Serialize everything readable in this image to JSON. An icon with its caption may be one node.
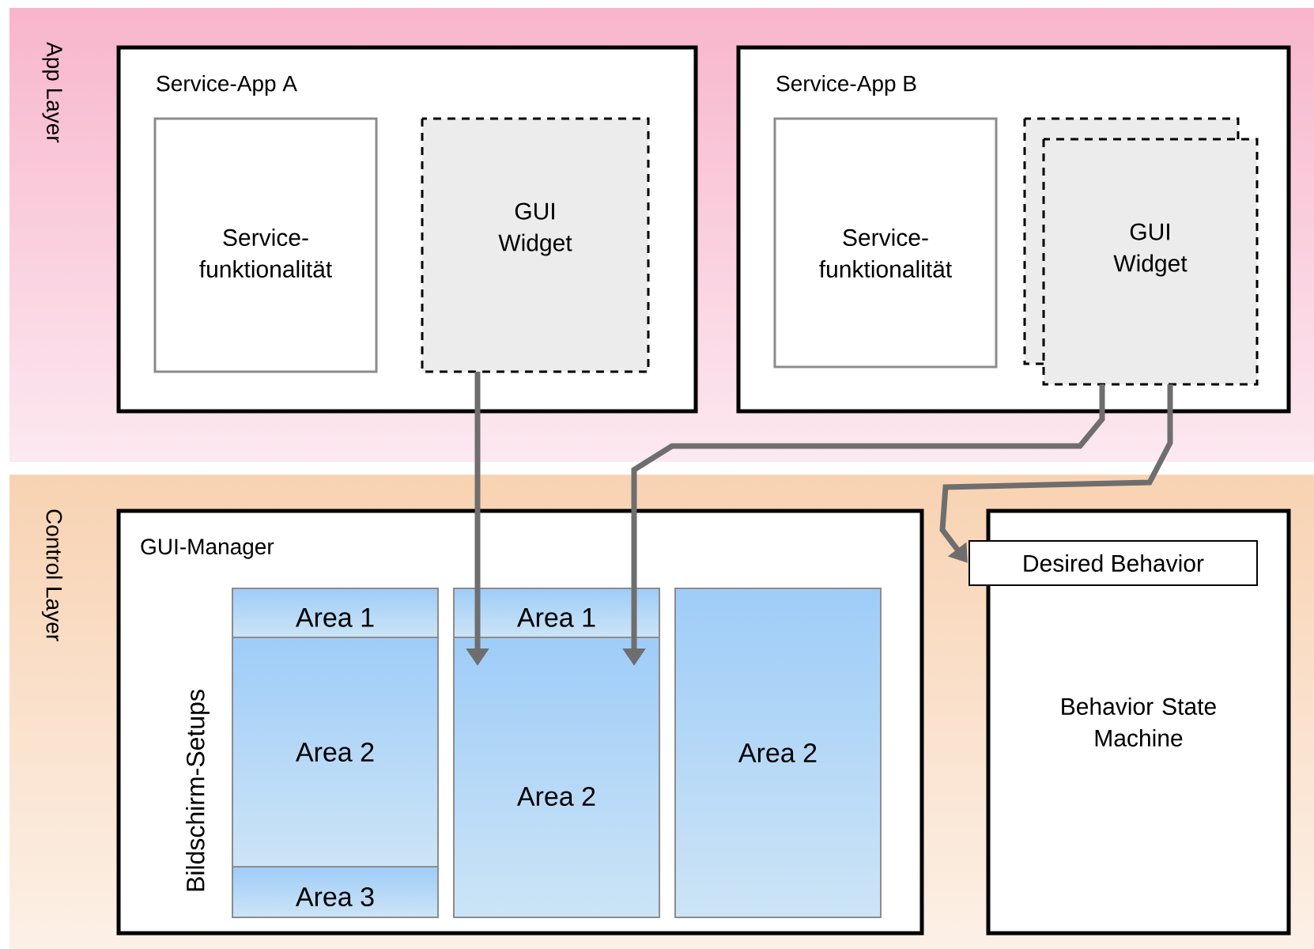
{
  "diagram": {
    "nodes": [
      {
        "text": [
          "App Layer"
        ]
      },
      {
        "text": [
          "Control Layer"
        ]
      },
      {
        "text": [
          "Service-App A"
        ],
        "in": 0
      },
      {
        "text": [
          "Service-funktionalität"
        ],
        "in": 2
      },
      {
        "text": [
          "GUI Widget"
        ],
        "in": 2
      },
      {
        "text": [
          "Service-App  B"
        ],
        "in": 0
      },
      {
        "text": [
          "Service-funktionalität"
        ],
        "in": 5
      },
      {
        "text": [
          "GUI Widget"
        ],
        "in": 5
      },
      {
        "text": [
          "GUI-Manager",
          "Bildschirm-Setups"
        ],
        "in": 1
      },
      {
        "text": [
          "Area 1",
          "Area 2",
          "Area 3"
        ],
        "in": 8
      },
      {
        "text": [
          "Area 1",
          "Area 2"
        ],
        "in": 8
      },
      {
        "text": [
          "Area 2"
        ],
        "in": 8
      },
      {
        "text": [
          "Behavior State Machine"
        ],
        "in": 1
      },
      {
        "text": [
          "Desired Behavior"
        ]
      }
    ],
    "edges": [
      {
        "from": 4,
        "to": 10,
        "arrow": "to"
      },
      {
        "from": 7,
        "to": 10,
        "arrow": "to"
      },
      {
        "from": 7,
        "to": 13,
        "arrow": "to"
      }
    ]
  }
}
